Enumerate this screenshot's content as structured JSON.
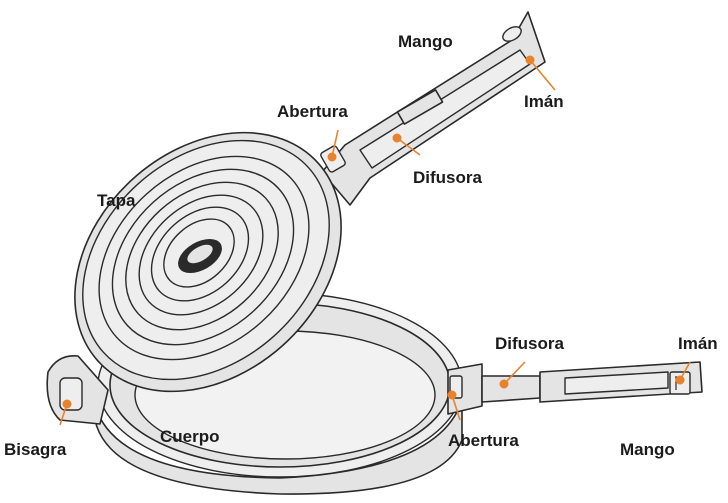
{
  "colors": {
    "accent": "#e8822c",
    "label": "#1b1b1b",
    "outline": "#2a2a2a",
    "body_fill": "#e4e4e4"
  },
  "labels": {
    "lid_handle": "Mango",
    "lid_magnet": "Imán",
    "lid_opening": "Abertura",
    "lid_diffuser": "Difusora",
    "lid": "Tapa",
    "hinge": "Bisagra",
    "body": "Cuerpo",
    "body_opening": "Abertura",
    "body_diffuser": "Difusora",
    "body_magnet": "Imán",
    "body_handle": "Mango"
  }
}
